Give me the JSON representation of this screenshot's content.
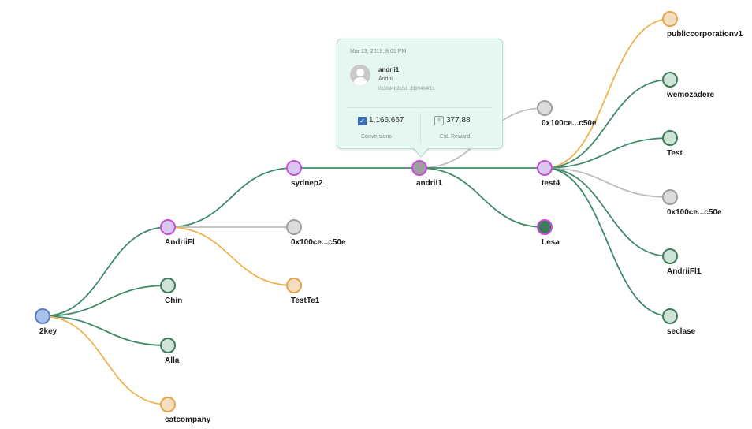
{
  "colors": {
    "edge_green": "#3e8a67",
    "edge_orange": "#f0b24d",
    "edge_gray": "#bdbdbd",
    "node_blue_fill": "#a9c0e8",
    "node_blue_stroke": "#5d7fc2",
    "node_purple_fill": "#d9c7f0",
    "node_purple_stroke": "#c34fd8",
    "node_green_fill": "#cfe3d6",
    "node_green_stroke": "#3e7a5c",
    "node_gray_fill": "#dcdcdc",
    "node_gray_stroke": "#9e9e9e",
    "node_orange_fill": "#f3dfc0",
    "node_orange_stroke": "#e6a54a"
  },
  "nodes": [
    {
      "id": "n_2key",
      "label": "2key",
      "type": "blue",
      "depth": 0
    },
    {
      "id": "n_andriifl",
      "label": "AndriiFl",
      "type": "purple",
      "depth": 1
    },
    {
      "id": "n_chin",
      "label": "Chin",
      "type": "green",
      "depth": 1
    },
    {
      "id": "n_alla",
      "label": "Alla",
      "type": "green",
      "depth": 1
    },
    {
      "id": "n_catcompany",
      "label": "catcompany",
      "type": "orange",
      "depth": 1
    },
    {
      "id": "n_sydnep2",
      "label": "sydnep2",
      "type": "purple",
      "depth": 2
    },
    {
      "id": "n_0x100_a",
      "label": "0x100ce...c50e",
      "type": "gray",
      "depth": 2
    },
    {
      "id": "n_testte1",
      "label": "TestTe1",
      "type": "orange",
      "depth": 2
    },
    {
      "id": "n_andrii1",
      "label": "andrii1",
      "type": "selected",
      "depth": 3
    },
    {
      "id": "n_0x100_b",
      "label": "0x100ce...c50e",
      "type": "gray",
      "depth": 4
    },
    {
      "id": "n_test4",
      "label": "test4",
      "type": "purple",
      "depth": 4
    },
    {
      "id": "n_lesa",
      "label": "Lesa",
      "type": "lesa",
      "depth": 4
    },
    {
      "id": "n_publiccorp",
      "label": "publiccorporationv1",
      "type": "orange",
      "depth": 5
    },
    {
      "id": "n_wemozadere",
      "label": "wemozadere",
      "type": "green",
      "depth": 5
    },
    {
      "id": "n_test",
      "label": "Test",
      "type": "green",
      "depth": 5
    },
    {
      "id": "n_0x100_c",
      "label": "0x100ce...c50e",
      "type": "gray",
      "depth": 5
    },
    {
      "id": "n_andriifl1",
      "label": "AndriiFl1",
      "type": "green",
      "depth": 5
    },
    {
      "id": "n_seclase",
      "label": "seclase",
      "type": "green",
      "depth": 5
    }
  ],
  "edges": [
    {
      "from": "n_2key",
      "to": "n_andriifl",
      "color": "green"
    },
    {
      "from": "n_2key",
      "to": "n_chin",
      "color": "green"
    },
    {
      "from": "n_2key",
      "to": "n_alla",
      "color": "green"
    },
    {
      "from": "n_2key",
      "to": "n_catcompany",
      "color": "orange"
    },
    {
      "from": "n_andriifl",
      "to": "n_sydnep2",
      "color": "green"
    },
    {
      "from": "n_andriifl",
      "to": "n_0x100_a",
      "color": "gray"
    },
    {
      "from": "n_andriifl",
      "to": "n_testte1",
      "color": "orange"
    },
    {
      "from": "n_sydnep2",
      "to": "n_andrii1",
      "color": "green"
    },
    {
      "from": "n_andrii1",
      "to": "n_0x100_b",
      "color": "gray"
    },
    {
      "from": "n_andrii1",
      "to": "n_test4",
      "color": "green"
    },
    {
      "from": "n_andrii1",
      "to": "n_lesa",
      "color": "green"
    },
    {
      "from": "n_test4",
      "to": "n_publiccorp",
      "color": "orange"
    },
    {
      "from": "n_test4",
      "to": "n_wemozadere",
      "color": "green"
    },
    {
      "from": "n_test4",
      "to": "n_test",
      "color": "green"
    },
    {
      "from": "n_test4",
      "to": "n_0x100_c",
      "color": "gray"
    },
    {
      "from": "n_test4",
      "to": "n_andriifl1",
      "color": "green"
    },
    {
      "from": "n_test4",
      "to": "n_seclase",
      "color": "green"
    }
  ],
  "tooltip": {
    "date": "Mar 13, 2019, 8:01 PM",
    "name": "andrii1",
    "subtitle": "Andrii",
    "address": "0x30d4b2b5d...f3904b4f13",
    "conversions_value": "1,166.667",
    "conversions_label": "Conversions",
    "reward_value": "377.88",
    "reward_label": "Est. Reward"
  }
}
